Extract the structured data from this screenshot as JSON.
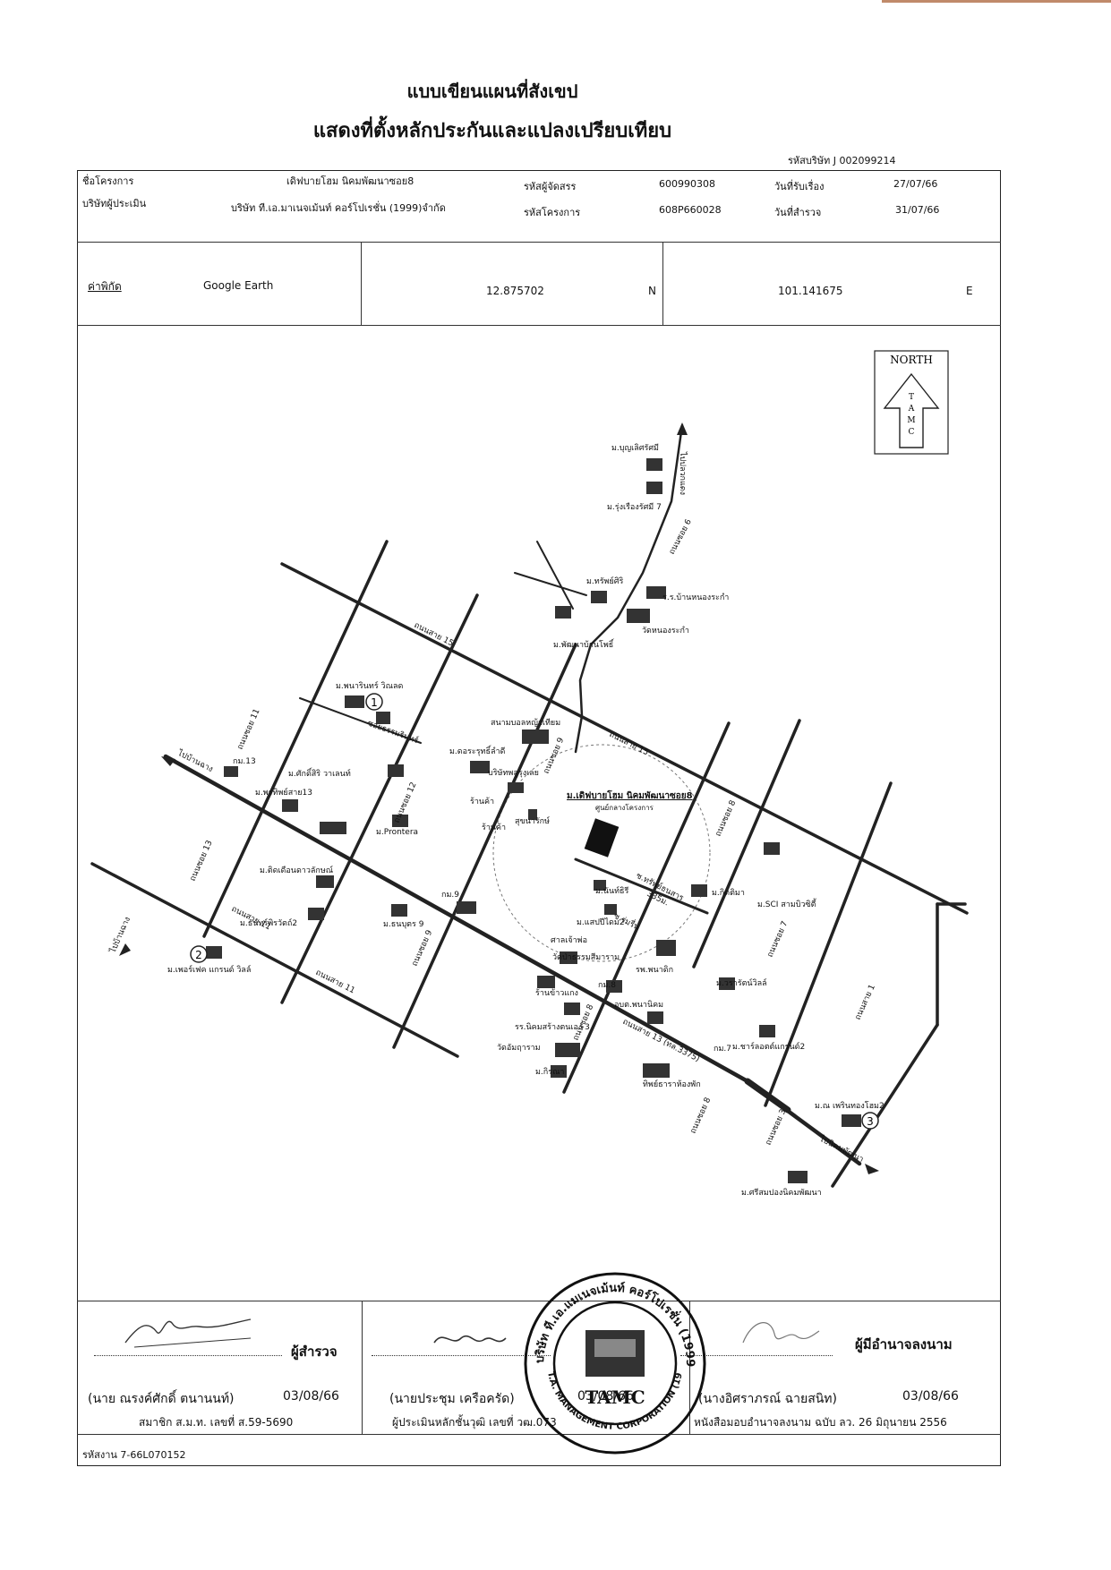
{
  "title_line1": "แบบเขียนแผนที่สังเขป",
  "title_line2": "แสดงที่ตั้งหลักประกันและแปลงเปรียบเทียบ",
  "company_ref": "รหัสบริษัท J 002099214",
  "info": {
    "project_label": "ชื่อโครงการ",
    "project_value": "เดิฟบายโฮม นิคมพัฒนาซอย8",
    "developer_code_label": "รหัสผู้จัดสรร",
    "developer_code_value": "600990308",
    "received_date_label": "วันที่รับเรื่อง",
    "received_date_value": "27/07/66",
    "appraiser_label": "บริษัทผู้ประเมิน",
    "appraiser_value": "บริษัท ที.เอ.มาเนจเม้นท์ คอร์โปเรชั่น (1999)จำกัด",
    "project_code_label": "รหัสโครงการ",
    "project_code_value": "608P660028",
    "survey_date_label": "วันที่สำรวจ",
    "survey_date_value": "31/07/66"
  },
  "coordinates": {
    "label": "ค่าพิกัด",
    "source": "Google Earth",
    "lat": "12.875702",
    "lat_dir": "N",
    "lon": "101.141675",
    "lon_dir": "E"
  },
  "map": {
    "north_label": "NORTH",
    "north_letters": [
      "T",
      "A",
      "M",
      "C"
    ],
    "roads": {
      "soi6": "ถนนซอย 6",
      "sai15_a": "ถนนสาย 15",
      "sai15_b": "ถนนสาย 15",
      "soi11": "ถนนซอย 11",
      "soi12": "ถนนซอย 12",
      "soi13": "ถนนซอย 13",
      "soi9": "ถนนซอย 9",
      "soi8": "ถนนซอย 8",
      "soi7": "ถนนซอย 7",
      "soi3": "ถนนซอย 3",
      "sai11_a": "ถนนสาย 11",
      "sai11_b": "ถนนสาย 11",
      "sai13": "ถนนสาย 13 (ทล.3375)",
      "sai1": "ถนนสาย 1",
      "to_pluakdaeng": "ไปปลวกแดง",
      "to_banchang": "ไปบ้านฉาง",
      "to_ban": "ไปบ้านฉาง",
      "to_nikhom": "ไปนิคมพัฒนา"
    },
    "places": {
      "boonlertsri": "ม.บุญเลิศรัศมี",
      "rungruang7": "ม.รุ่งเรืองรัศมี 7",
      "sapsiri": "ม.ทรัพย์ศิริ",
      "school_nongrakam": "ร.ร.บ้านหนองระกำ",
      "wat_nongrakam": "วัดหนองระกำ",
      "pattana": "ม.พัฒนาบ้านโพธิ์",
      "phanarin": "ม.พนารินทร์ วิณลด",
      "soi_tummarin": "ซอยธรรมรินทร์",
      "sittisiri": "ม.ศักดิ์สิริ วาเลนท์",
      "km13": "กม.13",
      "promsap13": "ม.พรทิพย์สาย13",
      "prontera": "ม.Prontera",
      "stadium": "สนามบอลหญ้าเทียม",
      "taraputh": "ม.ดอระรุทธิ์ลำดี",
      "company": "บริษัทพลูรุงเลย",
      "shop_a": "ร้านค้า",
      "shop_b": "ร้านค้า",
      "atmosphere": "สุขนารักษ์",
      "subject": "ม.เดิฟบายโฮม นิคมพัฒนาซอย8",
      "subject_note": "ศูนย์กลางโครงการ",
      "tidlada": "ม.ติดเดือนดาวลักษณ์",
      "tanabut": "ม.ธนบุตร 9",
      "km9": "กม.9",
      "thanaporn2": "ม.ธันทร์พิรวัตถ์2",
      "natanon": "ม.นันท์ธิรี",
      "siripen2": "ม.แสปปีไดม2",
      "dist": "335ม.",
      "soi_sap": "ซ.ทรัพย์ธนสาร",
      "soi_rom": "ซ.ร่มรื่น",
      "kittinan": "ม.กิตติมา",
      "sci": "ม.SCI สามบิวซิตี้",
      "tuang": "ศาลเจ้าพ่อ",
      "hospital": "รพ.พนาดิก",
      "km8": "กม.8",
      "wat_pa": "วัดป่าธรรมสีมาราม",
      "phongphatsorn": "ม.เพอร์เฟค แกรนด์ วิลล์",
      "shop_food": "ร้านข้าวแกง",
      "school_nikhom3": "รร.นิคมสร้างตนเอง 3",
      "obt": "อบต.พนานิคม",
      "wat_chongtara": "วัดอัมฤาราม",
      "km7": "กม.7",
      "silpsap7": "ม.วรารัตน์วิลล์",
      "cha_orn2": "ม.ชาร์ลอตต์แกรนด์2",
      "kirana": "ม.กิรณา",
      "krakhin": "ทิพย์ธาราห้องพัก",
      "namtip2": "ม.ณ เพรินทองโฮม2",
      "sasin": "ม.ศรีสมปองนิคมพัฒนา",
      "mark1": "1",
      "mark2": "2",
      "mark3": "3"
    }
  },
  "signatures": {
    "surveyor_role": "ผู้สำรวจ",
    "surveyor_name": "(นาย ณรงค์ศักดิ์ ตนานนท์)",
    "surveyor_date": "03/08/66",
    "surveyor_member": "สมาชิก ส.ม.ท. เลขที่ ส.59-5690",
    "appraiser_name": "(นายประชุม  เครือครัด)",
    "appraiser_date": "03/08/66",
    "appraiser_role": "ผู้ประเมินหลักชั้นวุฒิ  เลขที่ วฒ.073",
    "signer_role": "ผู้มีอำนาจลงนาม",
    "signer_name": "(นางอิศราภรณ์ ฉายสนิท)",
    "signer_date": "03/08/66",
    "signer_auth": "หนังสือมอบอำนาจลงนาม ฉบับ ลว. 26 มิถุนายน 2556",
    "stamp_brand": "TAMC",
    "stamp_ring": "บริษัท ที.เอ.แมเนจเม้นท์ คอร์โปเรชั่น (1999) จำกัด",
    "stamp_ring_en": "T.A. MANAGEMENT CORPORATION (1999) CO.,LTD."
  },
  "footer_code": "รหัสงาน 7-66L070152"
}
